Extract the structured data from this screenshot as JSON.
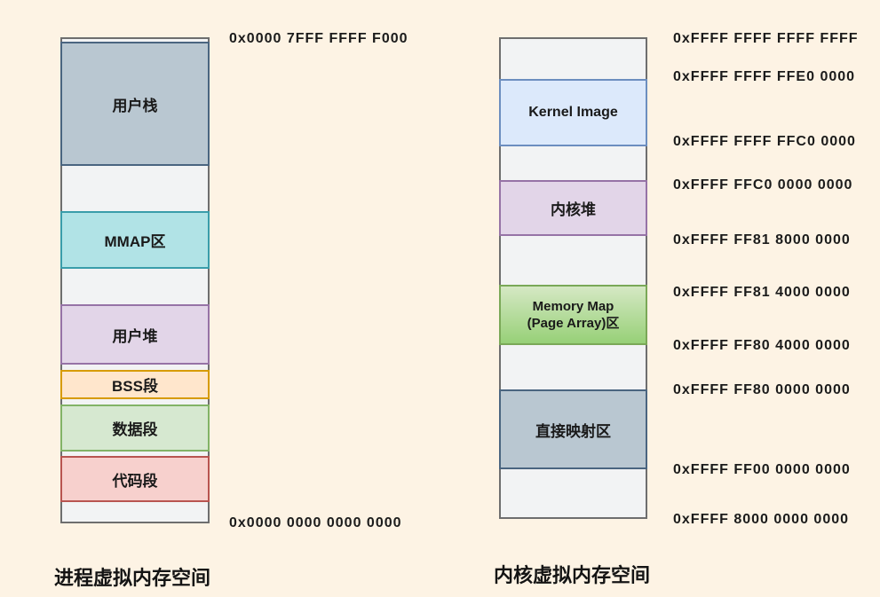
{
  "page": {
    "background_color": "#fdf3e4",
    "text_color": "#1a1a1a"
  },
  "process_space": {
    "title": "进程虚拟内存空间",
    "top_address": "0x0000 7FFF FFFF F000",
    "bottom_address": "0x0000 0000 0000 0000",
    "segments": [
      {
        "name": "user-stack",
        "label": "用户栈",
        "fill": "#b9c7d1",
        "border": "#4a6580"
      },
      {
        "name": "mmap",
        "label": "MMAP区",
        "fill": "#b1e3e6",
        "border": "#3a9daa"
      },
      {
        "name": "user-heap",
        "label": "用户堆",
        "fill": "#e2d5e8",
        "border": "#9673a6"
      },
      {
        "name": "bss",
        "label": "BSS段",
        "fill": "#ffe6cc",
        "border": "#d79b00"
      },
      {
        "name": "data",
        "label": "数据段",
        "fill": "#d6e8d0",
        "border": "#82b366"
      },
      {
        "name": "code",
        "label": "代码段",
        "fill": "#f7d0cd",
        "border": "#b85450"
      }
    ]
  },
  "kernel_space": {
    "title": "内核虚拟内存空间",
    "segments": [
      {
        "name": "kernel-image",
        "label": "Kernel Image",
        "fill": "#dce9fb",
        "border": "#6c8ebf"
      },
      {
        "name": "kernel-heap",
        "label": "内核堆",
        "fill": "#e2d5e8",
        "border": "#9673a6"
      },
      {
        "name": "memory-map",
        "label_line1": "Memory Map",
        "label_line2": "(Page Array)区",
        "fill_top": "#d5e8c4",
        "fill_bottom": "#97d077",
        "border": "#7aa857"
      },
      {
        "name": "direct-map",
        "label": "直接映射区",
        "fill": "#b9c7d1",
        "border": "#4a6580"
      }
    ],
    "addresses": [
      "0xFFFF FFFF FFFF FFFF",
      "0xFFFF FFFF FFE0 0000",
      "0xFFFF FFFF FFC0 0000",
      "0xFFFF FFC0 0000 0000",
      "0xFFFF FF81 8000 0000",
      "0xFFFF FF81 4000 0000",
      "0xFFFF FF80 4000 0000",
      "0xFFFF FF80 0000 0000",
      "0xFFFF FF00 0000 0000",
      "0xFFFF 8000 0000 0000"
    ]
  }
}
